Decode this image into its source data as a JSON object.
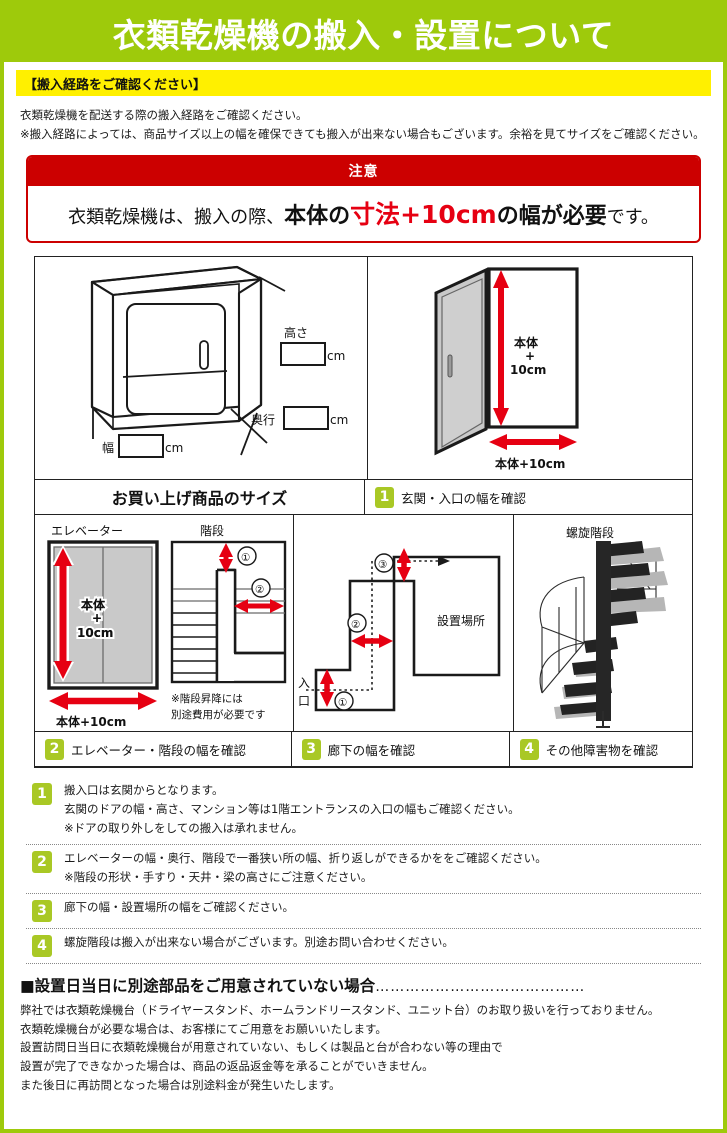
{
  "header": {
    "title": "衣類乾燥機の搬入・設置について"
  },
  "subhead": {
    "text": "【搬入経路をご確認ください】"
  },
  "intro": {
    "line1": "衣類乾燥機を配送する際の搬入経路をご確認ください。",
    "line2": "※搬入経路によっては、商品サイズ以上の幅を確保できても搬入が出来ない場合もございます。余裕を見てサイズをご確認ください。"
  },
  "caution": {
    "title": "注意",
    "part1": "衣類乾燥機は、搬入の際、",
    "part2": "本体の",
    "part3": "寸法+10cm",
    "part4": "の幅が必要",
    "part5": "です。"
  },
  "diagram": {
    "product": {
      "height_label": "高さ",
      "depth_label": "奥行",
      "width_label": "幅",
      "unit": "cm"
    },
    "door": {
      "vertical_label_1": "本体",
      "vertical_label_2": "+",
      "vertical_label_3": "10cm",
      "horizontal_label": "本体+10cm"
    },
    "elevator": {
      "title": "エレベーター",
      "vertical_label_1": "本体",
      "vertical_label_2": "+",
      "vertical_label_3": "10cm",
      "horizontal_label": "本体+10cm"
    },
    "stairs": {
      "title": "階段",
      "marker1": "①",
      "marker2": "②",
      "note1": "※階段昇降には",
      "note2": "別途費用が必要です"
    },
    "corridor": {
      "entrance_1": "入",
      "entrance_2": "口",
      "marker1": "①",
      "marker2": "②",
      "marker3": "③",
      "place_label": "設置場所"
    },
    "spiral": {
      "title": "螺旋階段"
    }
  },
  "captions_row1": [
    {
      "badge": "",
      "label": "お買い上げ商品のサイズ"
    },
    {
      "badge": "1",
      "label": "玄関・入口の幅を確認"
    }
  ],
  "captions_row2": [
    {
      "badge": "2",
      "label": "エレベーター・階段の幅を確認"
    },
    {
      "badge": "3",
      "label": "廊下の幅を確認"
    },
    {
      "badge": "4",
      "label": "その他障害物を確認"
    }
  ],
  "notes": [
    {
      "badge": "1",
      "lines": [
        "搬入口は玄関からとなります。",
        "玄関のドアの幅・高さ、マンション等は1階エントランスの入口の幅もご確認ください。",
        "※ドアの取り外しをしての搬入は承れません。"
      ]
    },
    {
      "badge": "2",
      "lines": [
        "エレベーターの幅・奥行、階段で一番狭い所の幅、折り返しができるかををご確認ください。",
        "※階段の形状・手すり・天井・梁の高さにご注意ください。"
      ]
    },
    {
      "badge": "3",
      "lines": [
        "廊下の幅・設置場所の幅をご確認ください。"
      ]
    },
    {
      "badge": "4",
      "lines": [
        "螺旋階段は搬入が出来ない場合がございます。別途お問い合わせください。"
      ]
    }
  ],
  "bottom": {
    "heading": "■設置日当日に別途部品をご用意されていない場合",
    "heading_dots": "……………………………………",
    "lines": [
      "弊社では衣類乾燥機台（ドライヤースタンド、ホームランドリースタンド、ユニット台）のお取り扱いを行っておりません。",
      "衣類乾燥機台が必要な場合は、お客様にてご用意をお願いいたします。",
      "設置訪問日当日に衣類乾燥機台が用意されていない、もしくは製品と台が合わない等の理由で",
      "設置が完了できなかった場合は、商品の返品返金等を承ることがでいきません。",
      "また後日に再訪問となった場合は別途料金が発生いたします。"
    ]
  },
  "colors": {
    "brand_green": "#9ECA0B",
    "badge_green": "#A9C825",
    "yellow": "#FFF000",
    "caution_red": "#CC0000",
    "accent_red": "#E60012"
  }
}
